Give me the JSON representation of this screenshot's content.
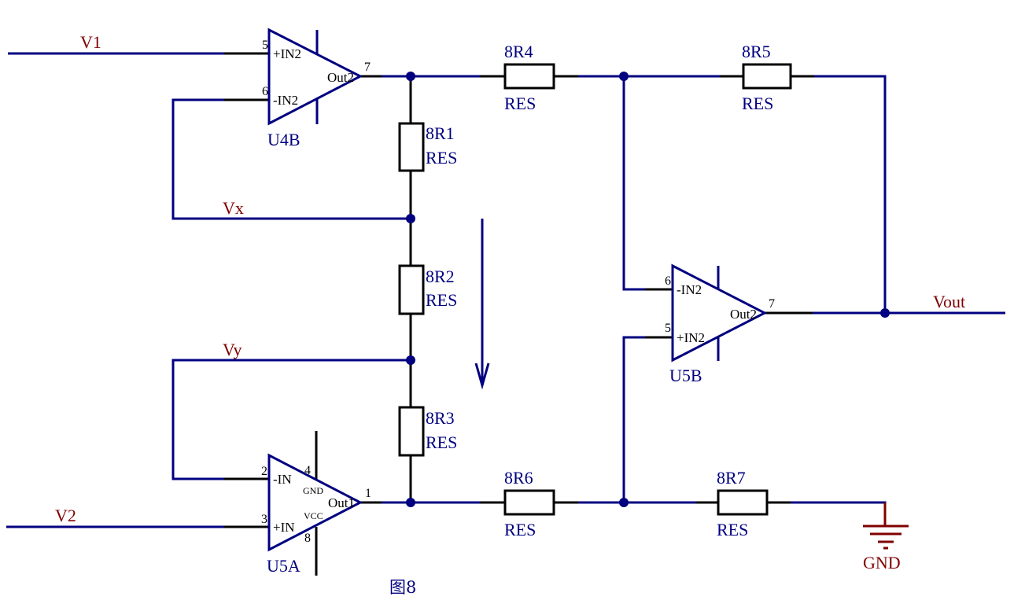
{
  "nets": {
    "v1": "V1",
    "v2": "V2",
    "vx": "Vx",
    "vy": "Vy",
    "vout": "Vout",
    "gnd": "GND"
  },
  "components": {
    "u4b": {
      "designator": "U4B",
      "pin5_num": "5",
      "pin5_name": "+IN2",
      "pin6_num": "6",
      "pin6_name": "-IN2",
      "pin7_num": "7",
      "out_name": "Out2"
    },
    "u5a": {
      "designator": "U5A",
      "pin2_num": "2",
      "pin2_name": "-IN",
      "pin3_num": "3",
      "pin3_name": "+IN",
      "pin1_num": "1",
      "out_name": "Out1",
      "pin4_num": "4",
      "pin4_name": "GND",
      "pin8_num": "8",
      "pin8_name": "VCC"
    },
    "u5b": {
      "designator": "U5B",
      "pin6_num": "6",
      "pin6_name": "-IN2",
      "pin5_num": "5",
      "pin5_name": "+IN2",
      "pin7_num": "7",
      "out_name": "Out2"
    }
  },
  "resistors": {
    "r1": {
      "designator": "8R1",
      "value": "RES"
    },
    "r2": {
      "designator": "8R2",
      "value": "RES"
    },
    "r3": {
      "designator": "8R3",
      "value": "RES"
    },
    "r4": {
      "designator": "8R4",
      "value": "RES"
    },
    "r5": {
      "designator": "8R5",
      "value": "RES"
    },
    "r6": {
      "designator": "8R6",
      "value": "RES"
    },
    "r7": {
      "designator": "8R7",
      "value": "RES"
    }
  },
  "caption": "图8",
  "colors": {
    "wire": "#000080",
    "net_label": "#800000",
    "pin": "#000000",
    "background": "#ffffff"
  }
}
